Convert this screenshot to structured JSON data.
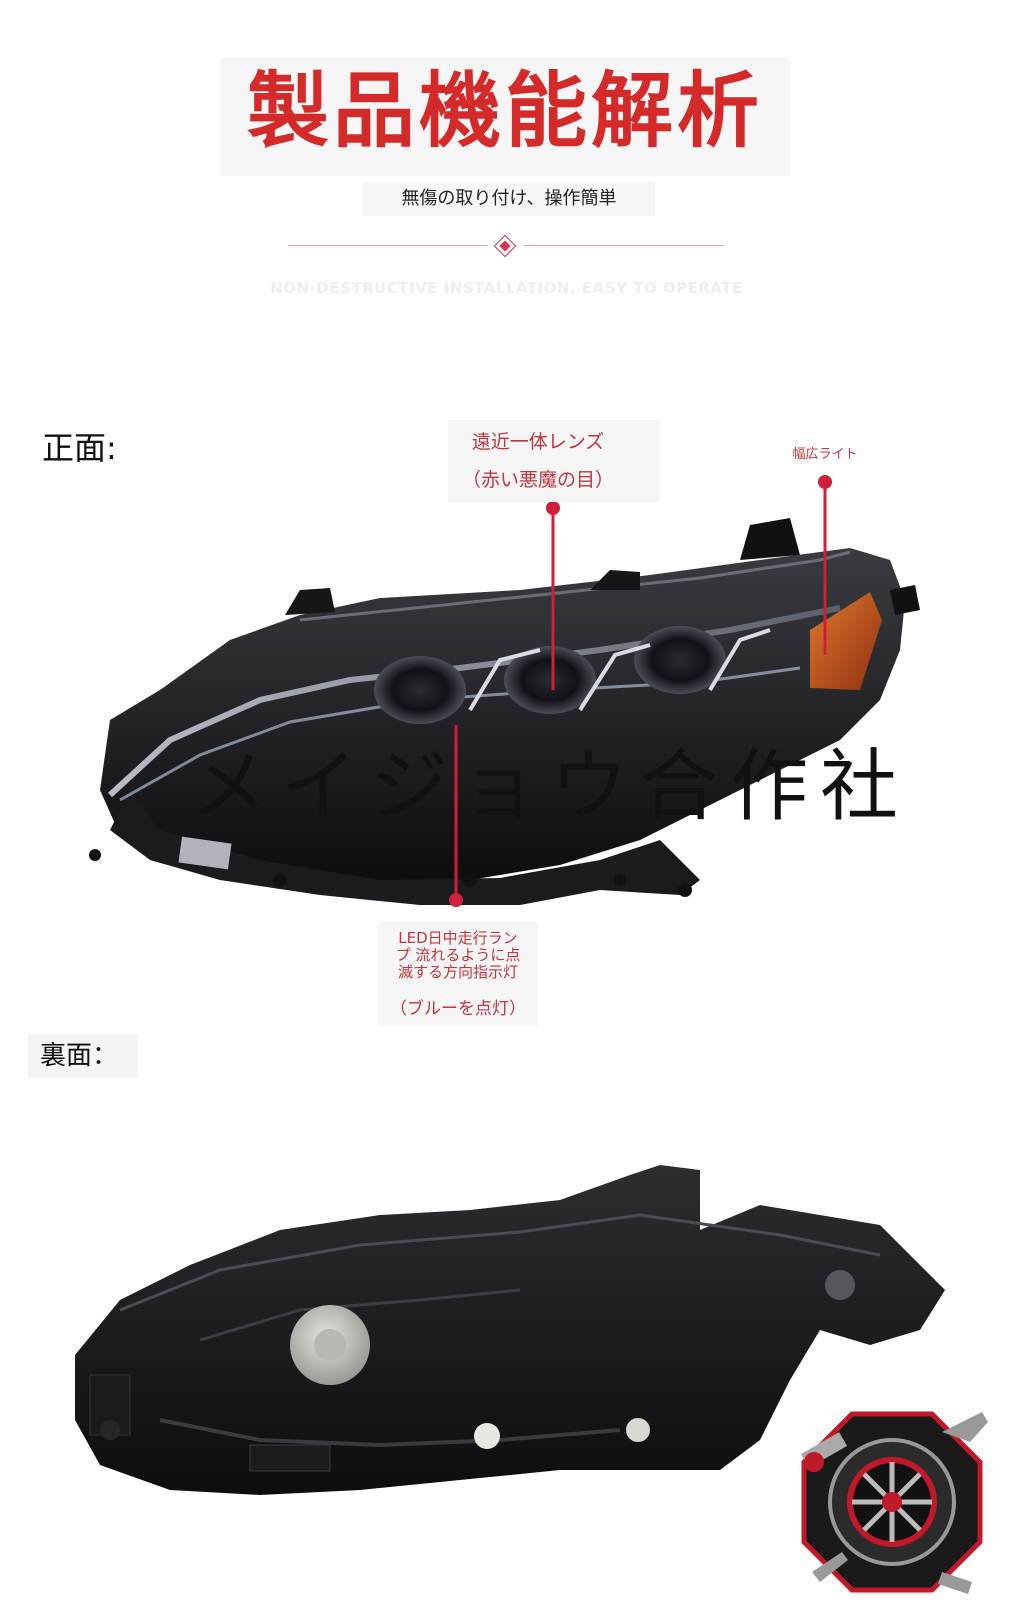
{
  "header": {
    "title": "製品機能解析",
    "subtitle": "無傷の取り付け、操作簡単",
    "english": "NON-DESTRUCTIVE INSTALLATION, EASY TO OPERATE"
  },
  "front": {
    "label": "正面:",
    "callouts": {
      "lens_line1": "遠近一体レンズ",
      "lens_line2": "（赤い悪魔の目）",
      "side": "幅広ライト",
      "drl_line1": "LED日中走行ラン",
      "drl_line2": "プ 流れるように点",
      "drl_line3": "滅する方向指示灯",
      "drl_line4": "（ブルーを点灯）"
    }
  },
  "watermark": "メイジョウ合作社",
  "back": {
    "label": "裏面："
  },
  "colors": {
    "title_red": "#d42a2a",
    "callout_red": "#c3343d",
    "dot_red": "#d01f3a",
    "amber_reflector": "#c4501f"
  },
  "icons": {
    "logo": "gear-wheel-wrench-logo-icon"
  }
}
